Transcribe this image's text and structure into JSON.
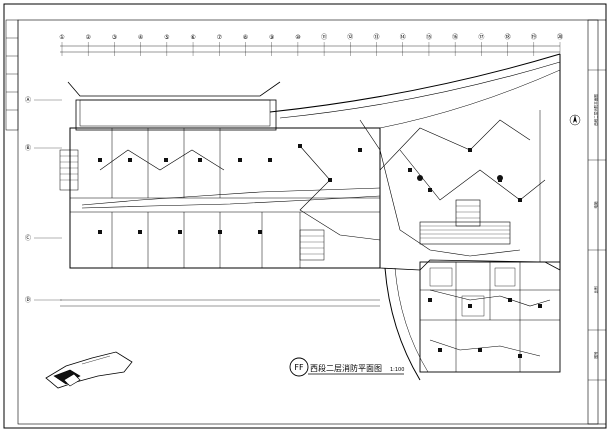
{
  "drawing": {
    "title": "西段二层消防平面图",
    "scale": "1:100",
    "section_mark": "FF"
  },
  "axes": {
    "top": [
      "①",
      "②",
      "③",
      "④",
      "⑤",
      "⑥",
      "⑦",
      "⑧",
      "⑨",
      "⑩",
      "⑪",
      "⑫",
      "⑬",
      "⑭",
      "⑮",
      "⑯",
      "⑰",
      "⑱",
      "⑲",
      "⑳"
    ],
    "left": [
      "Ⓐ",
      "Ⓑ",
      "Ⓒ",
      "Ⓓ"
    ]
  },
  "title_block": {
    "rows": [
      "西段二层消防平面图",
      "电施",
      "比例",
      "图号"
    ]
  },
  "colors": {
    "line": "#000000",
    "background": "#ffffff",
    "fill_dark": "#111111"
  },
  "icons": {
    "compass": "north-arrow-icon",
    "detector": "smoke-detector-icon",
    "key_plan": "key-plan-icon"
  }
}
